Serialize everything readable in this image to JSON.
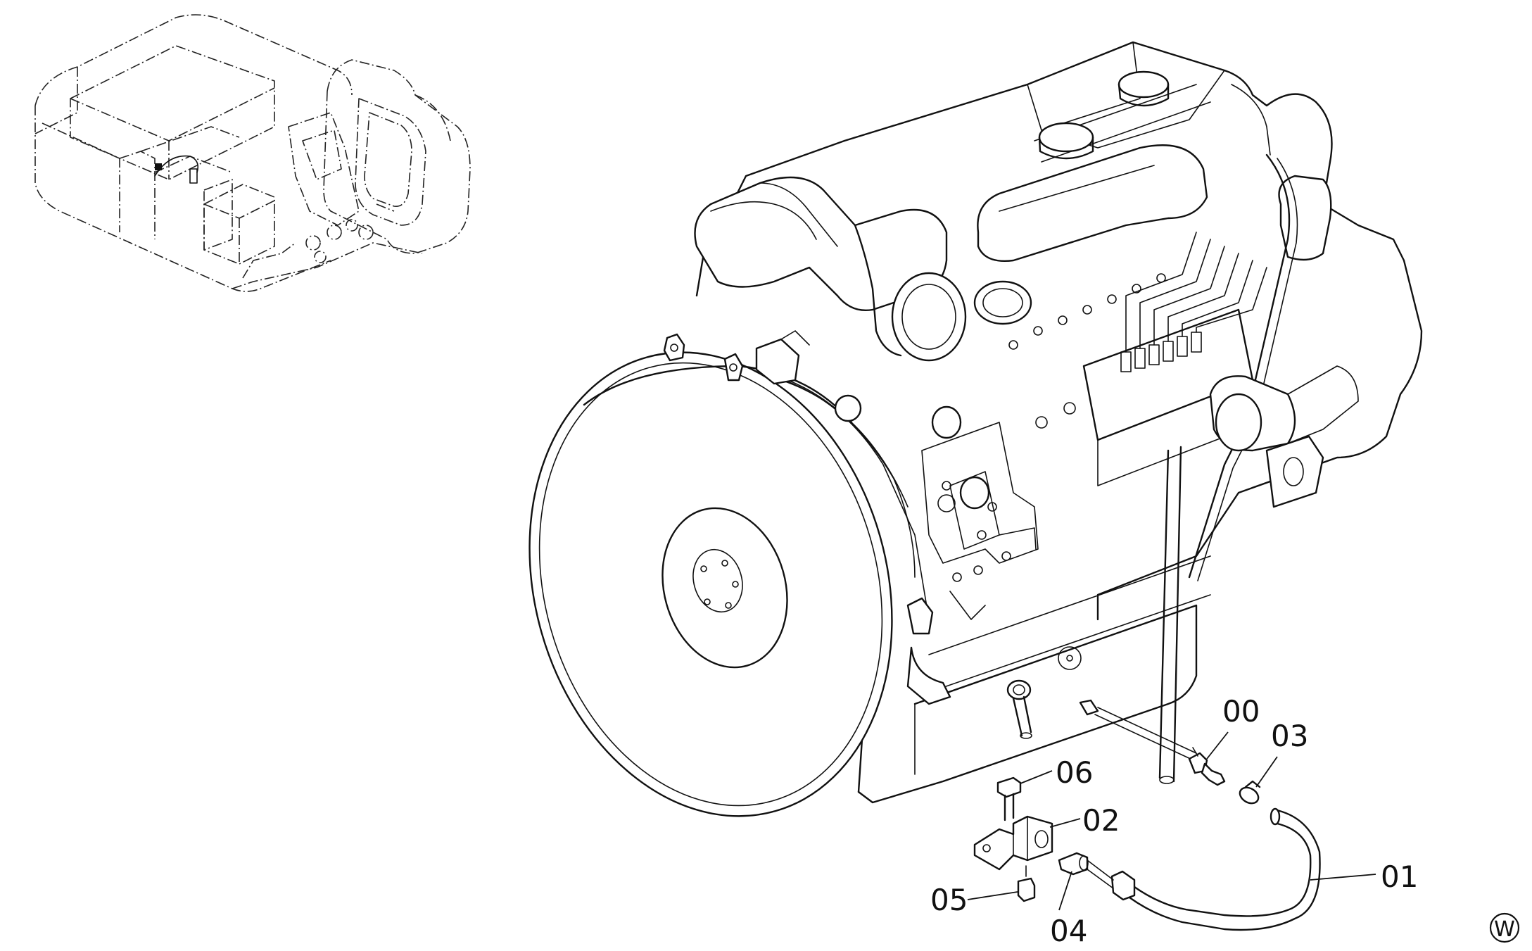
{
  "diagram": {
    "callouts": [
      {
        "id": "c00",
        "label": "00"
      },
      {
        "id": "c03",
        "label": "03"
      },
      {
        "id": "c06",
        "label": "06"
      },
      {
        "id": "c02",
        "label": "02"
      },
      {
        "id": "c01",
        "label": "01"
      },
      {
        "id": "c05",
        "label": "05"
      },
      {
        "id": "c04",
        "label": "04"
      }
    ],
    "corner_mark": "W"
  }
}
